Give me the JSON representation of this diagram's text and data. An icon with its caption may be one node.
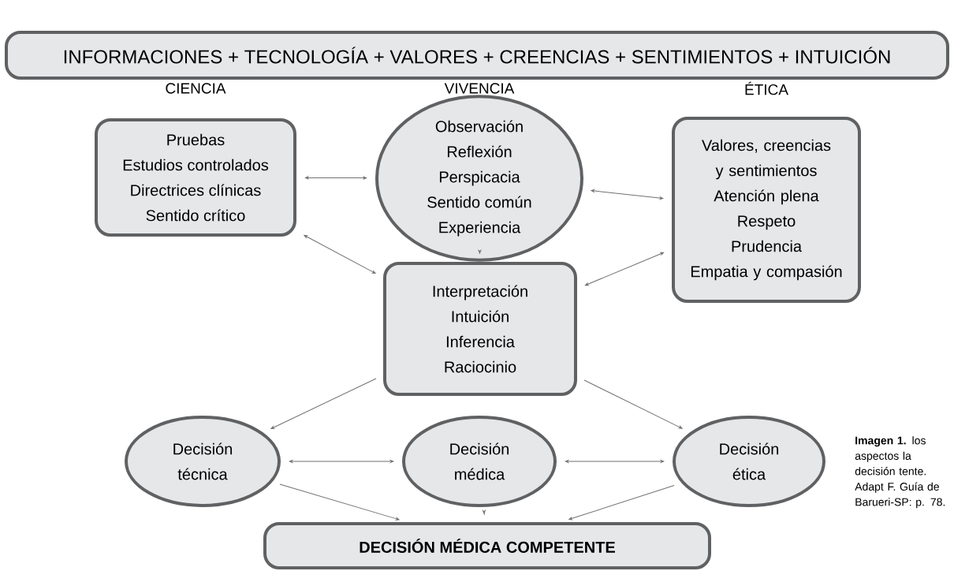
{
  "diagram": {
    "caption": "**Imagen 1.** los aspectos la decisión tente. Adapt F. Guía de Barueri-SP: p. 78.",
    "nodes": [
      {
        "text": [
          "INFORMACIONES + TECNOLOGÍA + VALORES + CREENCIAS + SENTIMIENTOS + INTUICIÓN"
        ]
      },
      {
        "text": [
          "CIENCIA",
          "Pruebas",
          "Estudios controlados",
          "Directrices clínicas",
          "Sentido crítico"
        ]
      },
      {
        "text": [
          "VIVENCIA",
          "Observación",
          "Reflexión",
          "Perspicacia",
          "Sentido común",
          "Experiencia"
        ]
      },
      {
        "text": [
          "ÉTICA",
          "Valores, creencias y sentimientos",
          "Atención plena",
          "Respeto",
          "Prudencia",
          "Empatia y compasión"
        ]
      },
      {
        "text": [
          "Interpretación",
          "Intuición",
          "Inferencia",
          "Raciocinio"
        ]
      },
      {
        "text": [
          "Decisión técnica"
        ]
      },
      {
        "text": [
          "Decisión médica"
        ]
      },
      {
        "text": [
          "Decisión ética"
        ]
      },
      {
        "text": [
          "DECISIÓN MÉDICA COMPETENTE"
        ]
      }
    ],
    "edges": [
      {
        "from": 1,
        "to": 2,
        "arrow": "both"
      },
      {
        "from": 2,
        "to": 3,
        "arrow": "both"
      },
      {
        "from": 2,
        "to": 4,
        "arrow": "to"
      },
      {
        "from": 1,
        "to": 4,
        "arrow": "both"
      },
      {
        "from": 3,
        "to": 4,
        "arrow": "both"
      },
      {
        "from": 4,
        "to": 5,
        "arrow": "to"
      },
      {
        "from": 4,
        "to": 7,
        "arrow": "to"
      },
      {
        "from": 5,
        "to": 6,
        "arrow": "both"
      },
      {
        "from": 6,
        "to": 7,
        "arrow": "both"
      },
      {
        "from": 5,
        "to": 8,
        "arrow": "to"
      },
      {
        "from": 6,
        "to": 8,
        "arrow": "to"
      },
      {
        "from": 7,
        "to": 8,
        "arrow": "to"
      }
    ]
  }
}
